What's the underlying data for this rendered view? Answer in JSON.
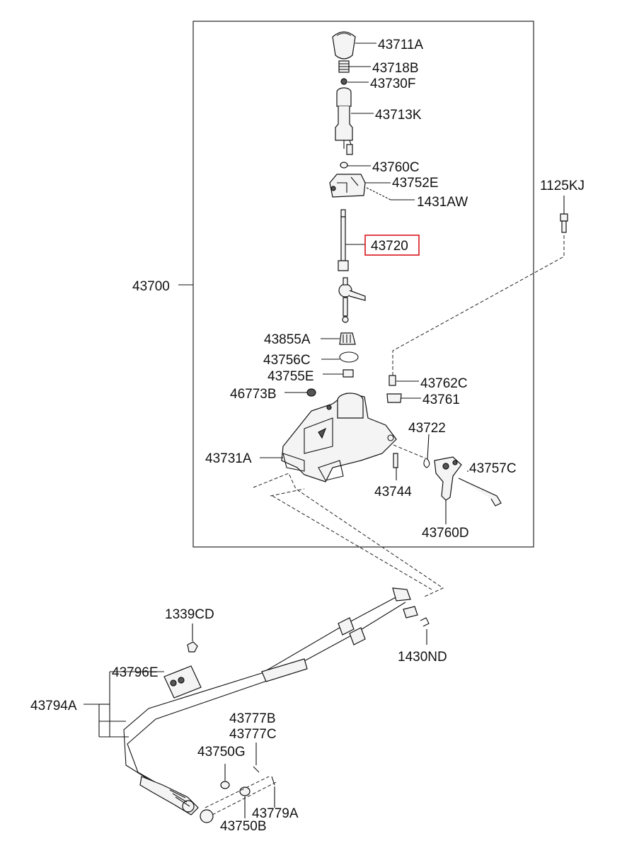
{
  "diagram": {
    "assembly_label": "43700",
    "highlighted_part": "43720",
    "parts": [
      "43711A",
      "43718B",
      "43730F",
      "43713K",
      "43760C",
      "43752E",
      "1431AW",
      "43720",
      "1125KJ",
      "43855A",
      "43756C",
      "43755E",
      "43762C",
      "46773B",
      "43761",
      "43722",
      "43731A",
      "43757C",
      "43744",
      "43760D",
      "1339CD",
      "1430ND",
      "43796E",
      "43794A",
      "43777B",
      "43777C",
      "43750G",
      "43779A",
      "43750B"
    ]
  },
  "colors": {
    "highlight": "#d8141b",
    "line": "#111111"
  }
}
